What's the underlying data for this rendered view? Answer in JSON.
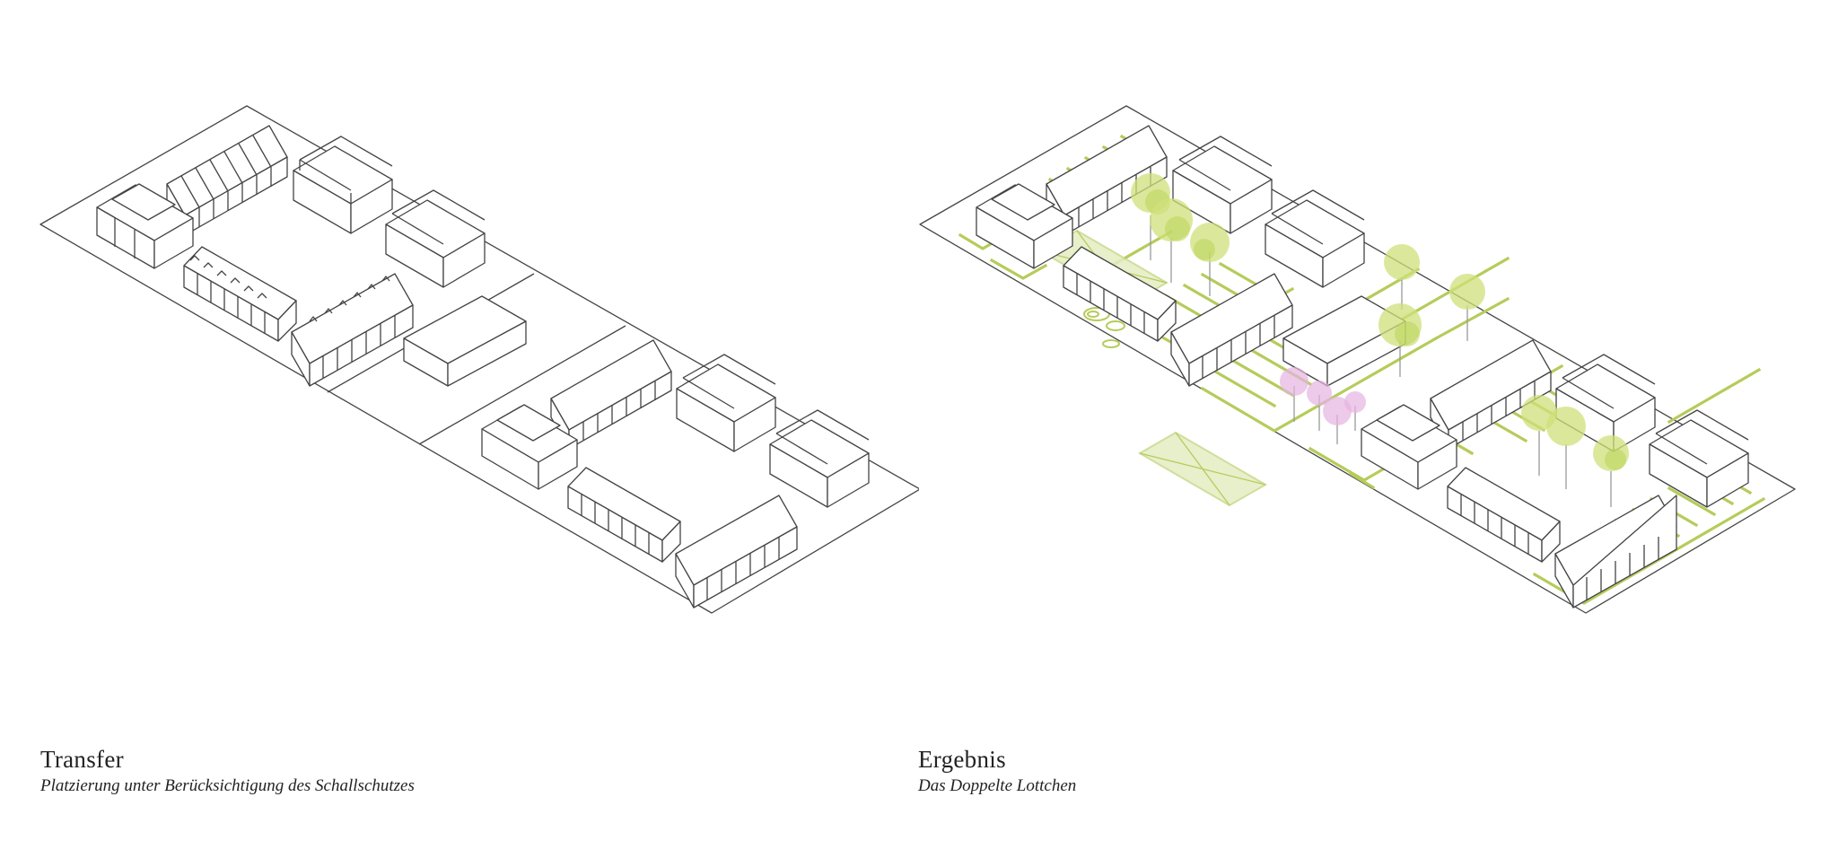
{
  "panels": [
    {
      "id": "transfer",
      "title": "Transfer",
      "subtitle": "Platzierung unter Berücksichtigung des Schallschutzes",
      "style": "isometric line drawing, black outlines on white"
    },
    {
      "id": "ergebnis",
      "title": "Ergebnis",
      "subtitle": "Das Doppelte Lottchen",
      "style": "isometric line drawing with green landscape paths, yellow-green trees and pink blossoming trees"
    }
  ],
  "colors": {
    "background": "#ffffff",
    "outline": "#444444",
    "path_green": "#b5cc5a",
    "tree_green": "#cfe07a",
    "blossom_pink": "#e6b4df",
    "text": "#222222"
  }
}
